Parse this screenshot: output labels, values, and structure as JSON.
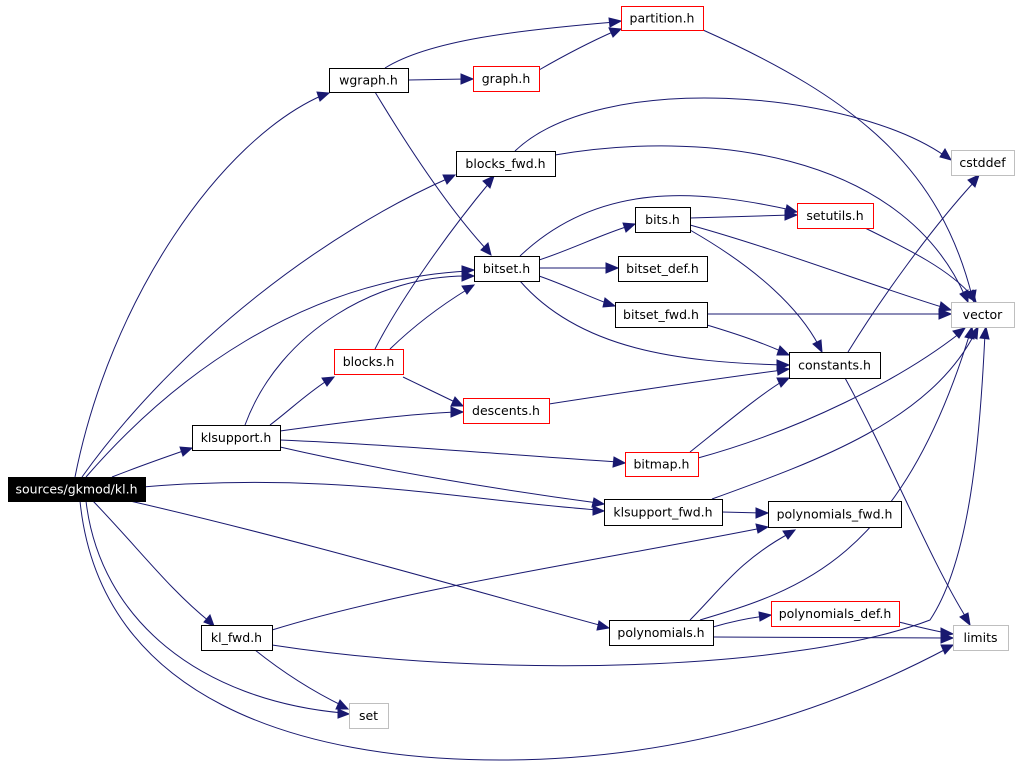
{
  "colors": {
    "edge": "#191970",
    "root_fill": "#000000",
    "root_text": "#ffffff",
    "documented_border": "#000000",
    "truncated_border": "#ff0000",
    "external_border": "#bfbfbf",
    "node_fill": "#ffffff",
    "node_text": "#000000"
  },
  "nodes": [
    {
      "id": "kl",
      "label": "sources/gkmod/kl.h",
      "kind": "root"
    },
    {
      "id": "partition",
      "label": "partition.h",
      "kind": "truncated"
    },
    {
      "id": "wgraph",
      "label": "wgraph.h",
      "kind": "documented"
    },
    {
      "id": "graph",
      "label": "graph.h",
      "kind": "truncated"
    },
    {
      "id": "blocks_fwd",
      "label": "blocks_fwd.h",
      "kind": "documented"
    },
    {
      "id": "cstddef",
      "label": "cstddef",
      "kind": "external"
    },
    {
      "id": "bits",
      "label": "bits.h",
      "kind": "documented"
    },
    {
      "id": "setutils",
      "label": "setutils.h",
      "kind": "truncated"
    },
    {
      "id": "bitset",
      "label": "bitset.h",
      "kind": "documented"
    },
    {
      "id": "bitset_def",
      "label": "bitset_def.h",
      "kind": "documented"
    },
    {
      "id": "bitset_fwd",
      "label": "bitset_fwd.h",
      "kind": "documented"
    },
    {
      "id": "vector",
      "label": "vector",
      "kind": "external"
    },
    {
      "id": "blocks",
      "label": "blocks.h",
      "kind": "truncated"
    },
    {
      "id": "constants",
      "label": "constants.h",
      "kind": "documented"
    },
    {
      "id": "descents",
      "label": "descents.h",
      "kind": "truncated"
    },
    {
      "id": "klsupport",
      "label": "klsupport.h",
      "kind": "documented"
    },
    {
      "id": "bitmap",
      "label": "bitmap.h",
      "kind": "truncated"
    },
    {
      "id": "klsupport_fwd",
      "label": "klsupport_fwd.h",
      "kind": "documented"
    },
    {
      "id": "polynomials_fwd",
      "label": "polynomials_fwd.h",
      "kind": "documented"
    },
    {
      "id": "kl_fwd",
      "label": "kl_fwd.h",
      "kind": "documented"
    },
    {
      "id": "polynomials",
      "label": "polynomials.h",
      "kind": "documented"
    },
    {
      "id": "polynomials_def",
      "label": "polynomials_def.h",
      "kind": "truncated"
    },
    {
      "id": "limits",
      "label": "limits",
      "kind": "external"
    },
    {
      "id": "set",
      "label": "set",
      "kind": "external"
    }
  ],
  "edges": [
    {
      "from": "kl",
      "to": "wgraph"
    },
    {
      "from": "kl",
      "to": "blocks_fwd"
    },
    {
      "from": "kl",
      "to": "bitset"
    },
    {
      "from": "kl",
      "to": "klsupport"
    },
    {
      "from": "kl",
      "to": "klsupport_fwd"
    },
    {
      "from": "kl",
      "to": "polynomials"
    },
    {
      "from": "kl",
      "to": "kl_fwd"
    },
    {
      "from": "kl",
      "to": "set"
    },
    {
      "from": "kl",
      "to": "limits"
    },
    {
      "from": "wgraph",
      "to": "partition"
    },
    {
      "from": "wgraph",
      "to": "graph"
    },
    {
      "from": "wgraph",
      "to": "bitset"
    },
    {
      "from": "graph",
      "to": "partition"
    },
    {
      "from": "partition",
      "to": "vector"
    },
    {
      "from": "blocks_fwd",
      "to": "cstddef"
    },
    {
      "from": "blocks_fwd",
      "to": "vector"
    },
    {
      "from": "bitset",
      "to": "bits"
    },
    {
      "from": "bitset",
      "to": "setutils"
    },
    {
      "from": "bitset",
      "to": "bitset_def"
    },
    {
      "from": "bitset",
      "to": "bitset_fwd"
    },
    {
      "from": "bitset",
      "to": "constants"
    },
    {
      "from": "bits",
      "to": "setutils"
    },
    {
      "from": "bits",
      "to": "vector"
    },
    {
      "from": "bits",
      "to": "constants"
    },
    {
      "from": "setutils",
      "to": "vector"
    },
    {
      "from": "bitset_fwd",
      "to": "vector"
    },
    {
      "from": "bitset_fwd",
      "to": "constants"
    },
    {
      "from": "constants",
      "to": "cstddef"
    },
    {
      "from": "constants",
      "to": "limits"
    },
    {
      "from": "klsupport",
      "to": "blocks"
    },
    {
      "from": "klsupport",
      "to": "bitset"
    },
    {
      "from": "klsupport",
      "to": "descents"
    },
    {
      "from": "klsupport",
      "to": "bitmap"
    },
    {
      "from": "klsupport",
      "to": "klsupport_fwd"
    },
    {
      "from": "blocks",
      "to": "blocks_fwd"
    },
    {
      "from": "blocks",
      "to": "bitset"
    },
    {
      "from": "blocks",
      "to": "descents"
    },
    {
      "from": "descents",
      "to": "constants"
    },
    {
      "from": "bitmap",
      "to": "constants"
    },
    {
      "from": "bitmap",
      "to": "vector"
    },
    {
      "from": "klsupport_fwd",
      "to": "vector"
    },
    {
      "from": "klsupport_fwd",
      "to": "polynomials_fwd"
    },
    {
      "from": "kl_fwd",
      "to": "polynomials_fwd"
    },
    {
      "from": "kl_fwd",
      "to": "vector"
    },
    {
      "from": "kl_fwd",
      "to": "set"
    },
    {
      "from": "polynomials",
      "to": "polynomials_fwd"
    },
    {
      "from": "polynomials",
      "to": "polynomials_def"
    },
    {
      "from": "polynomials",
      "to": "vector"
    },
    {
      "from": "polynomials",
      "to": "limits"
    },
    {
      "from": "polynomials_def",
      "to": "limits"
    }
  ]
}
